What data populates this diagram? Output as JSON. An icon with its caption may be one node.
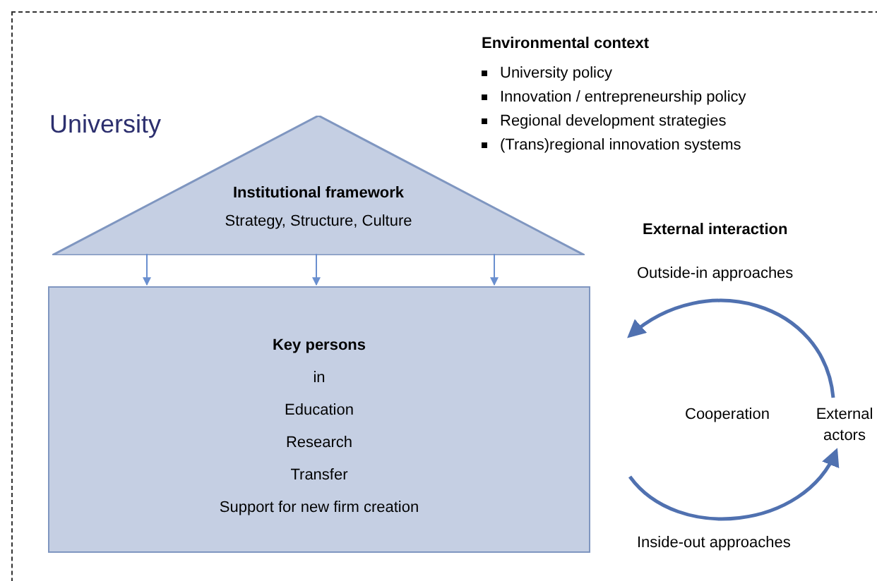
{
  "diagram": {
    "nodes": [
      {
        "text": [
          "University"
        ]
      },
      {
        "text": [
          "Institutional framework",
          "Strategy, Structure, Culture"
        ],
        "in": 0
      },
      {
        "text": [
          "Key persons",
          "in",
          "Education",
          "Research",
          "Transfer",
          "Support for new firm creation"
        ],
        "in": 0
      },
      {
        "text": [
          "External actors"
        ],
        "in": 0
      }
    ],
    "edges": [
      {
        "from": 1,
        "to": 2,
        "arrow": "to"
      },
      {
        "from": 1,
        "to": 2,
        "arrow": "to"
      },
      {
        "from": 1,
        "to": 2,
        "arrow": "to"
      },
      {
        "from": 3,
        "to": 2,
        "arrow": "to",
        "label": "Outside-in approaches",
        "style": "thick"
      },
      {
        "from": 2,
        "to": 3,
        "arrow": "to",
        "label": "Inside-out approaches",
        "style": "thick"
      }
    ],
    "labels": [
      "Environmental context",
      "University policy",
      "Innovation / entrepreneurship policy",
      "Regional development strategies",
      "(Trans)regional innovation systems",
      "External interaction",
      "Cooperation"
    ]
  }
}
